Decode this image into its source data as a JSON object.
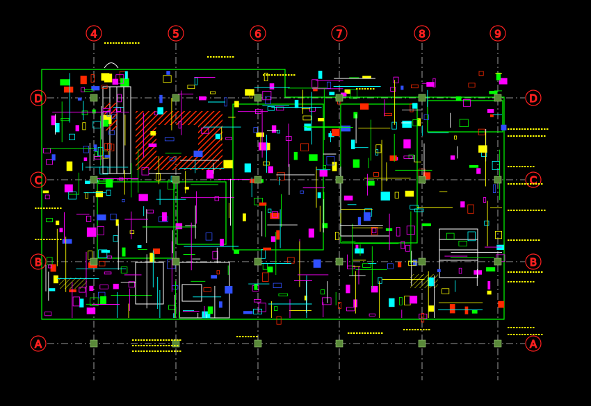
{
  "drawing": {
    "background": "#000000",
    "colors": {
      "grid_bubble": "#ff2020",
      "grid_line": "#c8c8c8",
      "magenta": "#ff00ff",
      "green": "#00ff00",
      "cyan": "#00ffff",
      "yellow": "#ffff00",
      "red": "#ff2a00",
      "white": "#ffffff",
      "blue": "#3050ff"
    }
  },
  "grid": {
    "columns": [
      "4",
      "5",
      "6",
      "7",
      "8",
      "9"
    ],
    "rows": [
      "D",
      "C",
      "B",
      "A"
    ]
  }
}
